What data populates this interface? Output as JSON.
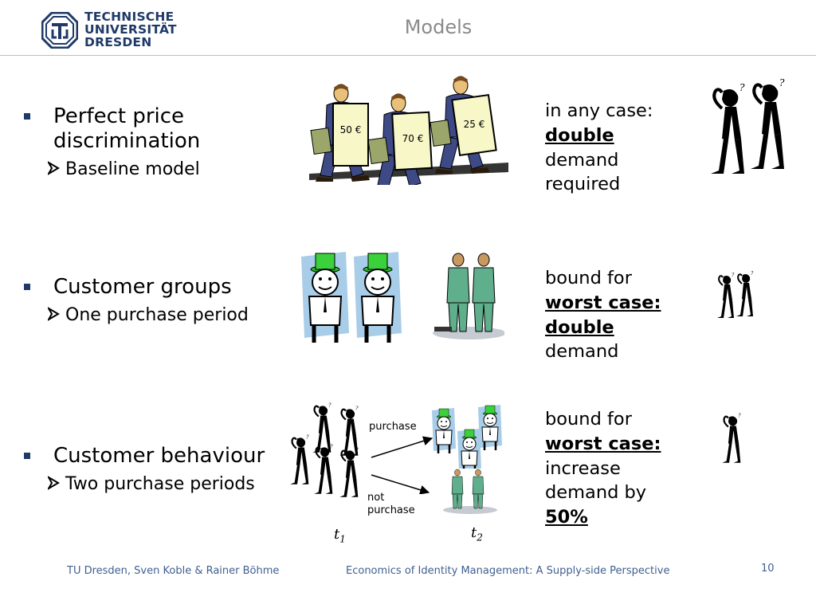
{
  "header": {
    "logo_lines": [
      "TECHNISCHE",
      "UNIVERSITÄT",
      "DRESDEN"
    ],
    "title": "Models"
  },
  "rows": [
    {
      "bullet": "Perfect price discrimination",
      "sub": "Baseline model",
      "right_lines": [
        "in any case:",
        "double",
        "demand",
        "required"
      ],
      "sign_prices": [
        "50 €",
        "70 €",
        "25 €"
      ]
    },
    {
      "bullet": "Customer groups",
      "sub": "One purchase period",
      "right_lines": [
        "bound for",
        "worst case:",
        "double",
        "demand"
      ]
    },
    {
      "bullet": "Customer behaviour",
      "sub": "Two purchase periods",
      "right_lines": [
        "bound for",
        "worst case:",
        "increase",
        "demand by",
        "50%"
      ],
      "arrow_labels": {
        "purchase": "purchase",
        "not_purchase_1": "not",
        "not_purchase_2": "purchase"
      },
      "period_labels": {
        "t1": "t",
        "t1_sub": "1",
        "t2": "t",
        "t2_sub": "2"
      }
    }
  ],
  "footer": {
    "authors": "TU Dresden, Sven Koble & Rainer Böhme",
    "course": "Economics of Identity Management: A Supply-side Perspective",
    "page": "10"
  },
  "colors": {
    "brand": "#1f3a68",
    "title_gray": "#8a8a8a",
    "footer_blue": "#3f5f8f",
    "hat_green": "#3ad13a",
    "panel_blue": "#a8cde8"
  }
}
